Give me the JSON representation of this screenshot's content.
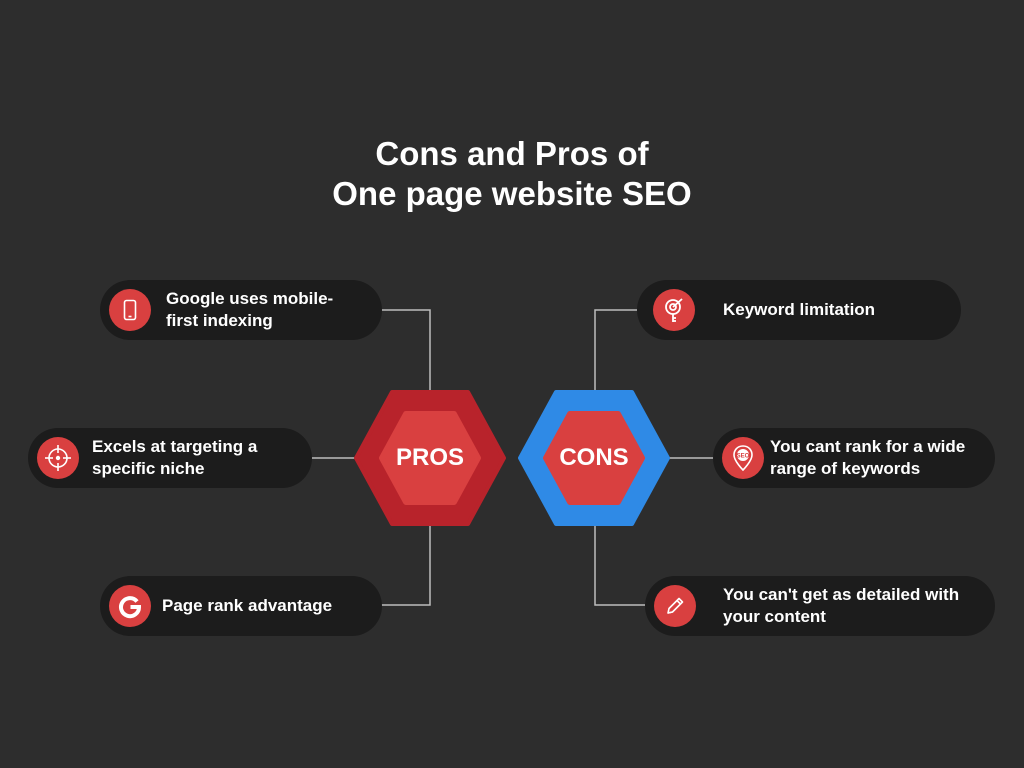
{
  "title": {
    "line1": "Cons and Pros of",
    "line2": "One page website SEO"
  },
  "colors": {
    "background": "#2d2d2d",
    "pill": "#1c1c1c",
    "accent_red": "#d94040",
    "pros_outer": "#b8232b",
    "cons_outer": "#2f8ae6",
    "connector": "#bdbdbd"
  },
  "pros": {
    "label": "PROS",
    "items": [
      {
        "icon": "smartphone-icon",
        "text": "Google uses mobile-first indexing"
      },
      {
        "icon": "crosshair-icon",
        "text": "Excels at targeting a specific niche"
      },
      {
        "icon": "google-icon",
        "text": "Page rank advantage"
      }
    ]
  },
  "cons": {
    "label": "CONS",
    "items": [
      {
        "icon": "target-key-icon",
        "text": "Keyword limitation"
      },
      {
        "icon": "seo-pin-icon",
        "text": "You cant rank for a wide range of keywords"
      },
      {
        "icon": "pencil-icon",
        "text": "You can't get as detailed with your content"
      }
    ]
  }
}
